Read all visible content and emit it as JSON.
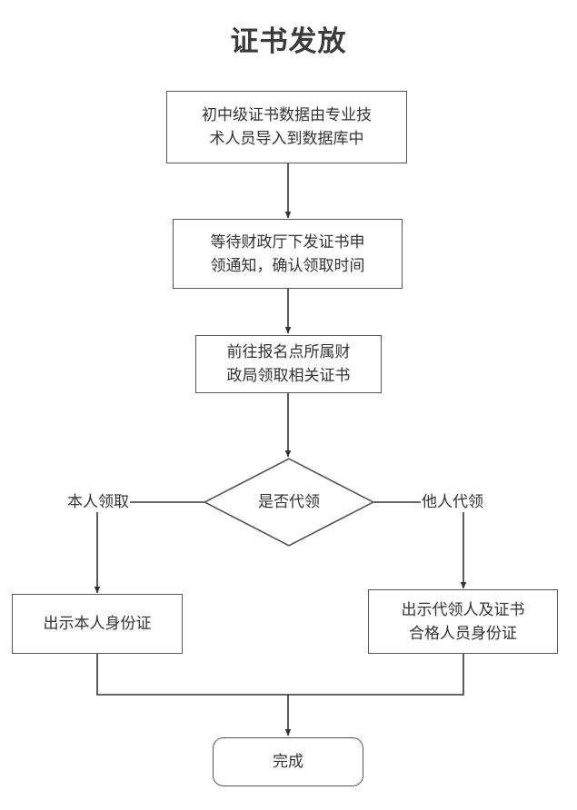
{
  "title": "证书发放",
  "colors": {
    "background": "#ffffff",
    "title_text": "#3b3b3b",
    "node_border": "#555555",
    "node_text": "#333333",
    "connector": "#333333"
  },
  "chart_data": {
    "type": "diagram",
    "title": "证书发放",
    "nodes": [
      {
        "id": "n1",
        "shape": "rectangle",
        "label": "初中级证书数据由专业技\n术人员导入到数据库中"
      },
      {
        "id": "n2",
        "shape": "rectangle",
        "label": "等待财政厅下发证书申\n领通知，确认领取时间"
      },
      {
        "id": "n3",
        "shape": "rectangle",
        "label": "前往报名点所属财\n政局领取相关证书"
      },
      {
        "id": "d1",
        "shape": "diamond",
        "label": "是否代领"
      },
      {
        "id": "n4",
        "shape": "rectangle",
        "label": "出示本人身份证"
      },
      {
        "id": "n5",
        "shape": "rectangle",
        "label": "出示代领人及证书\n合格人员身份证"
      },
      {
        "id": "n6",
        "shape": "rounded-rectangle",
        "label": "完成"
      }
    ],
    "edges": [
      {
        "from": "n1",
        "to": "n2",
        "label": ""
      },
      {
        "from": "n2",
        "to": "n3",
        "label": ""
      },
      {
        "from": "n3",
        "to": "d1",
        "label": ""
      },
      {
        "from": "d1",
        "to": "n4",
        "label": "本人领取"
      },
      {
        "from": "d1",
        "to": "n5",
        "label": "他人代领"
      },
      {
        "from": "n4",
        "to": "n6",
        "label": ""
      },
      {
        "from": "n5",
        "to": "n6",
        "label": ""
      }
    ]
  },
  "nodes": {
    "step1": "初中级证书数据由专业技\n术人员导入到数据库中",
    "step2": "等待财政厅下发证书申\n领通知，确认领取时间",
    "step3": "前往报名点所属财\n政局领取相关证书",
    "decision": "是否代领",
    "branch_self": "出示本人身份证",
    "branch_proxy": "出示代领人及证书\n合格人员身份证",
    "end": "完成"
  },
  "edge_labels": {
    "left": "本人领取",
    "right": "他人代领"
  }
}
